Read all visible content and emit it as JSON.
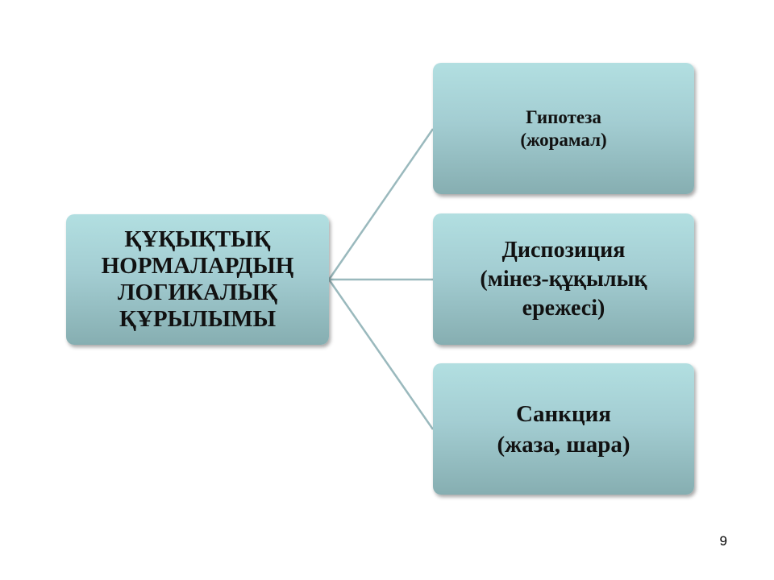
{
  "diagram": {
    "root": {
      "label": "ҚҰҚЫҚТЫҚ\nНОРМАЛАРДЫҢ\nЛОГИКАЛЫҚ\nҚҰРЫЛЫМЫ"
    },
    "children": [
      {
        "label": "Гипотеза\n(жорамал)"
      },
      {
        "label": "Диспозиция\n(мінез-құқылық\nережесі)"
      },
      {
        "label": "Санкция\n(жаза, шара)"
      }
    ],
    "connector_color": "#9ab9bd",
    "box_color": "#a3cdd2"
  },
  "footer": {
    "page_number": "9"
  }
}
